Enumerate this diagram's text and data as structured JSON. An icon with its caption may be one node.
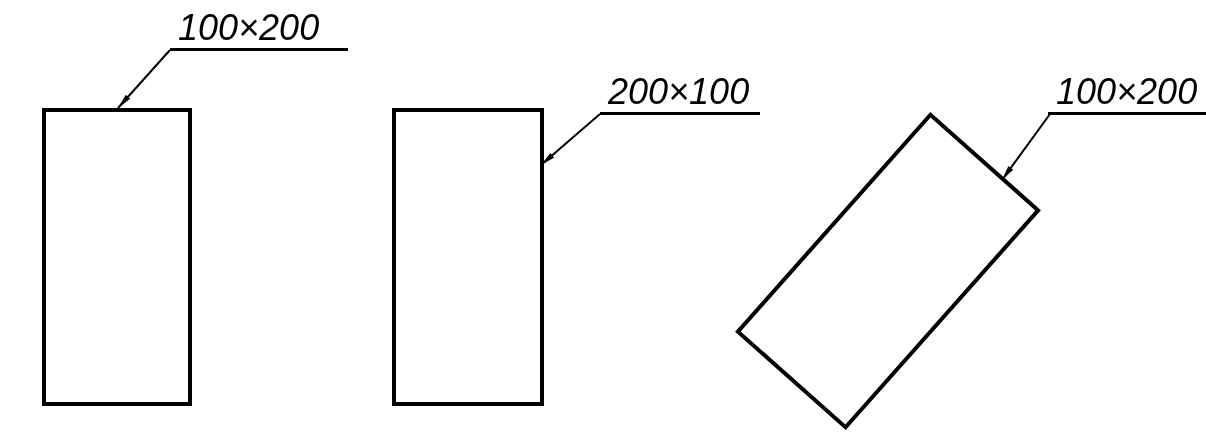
{
  "diagram": {
    "nodes": [
      {
        "text": [
          "100×200"
        ]
      },
      {
        "text": [],
        "shape": "box"
      },
      {
        "text": [
          "200×100"
        ]
      },
      {
        "text": [],
        "shape": "box"
      },
      {
        "text": [
          "100×200"
        ]
      },
      {
        "text": [],
        "shape": "box"
      }
    ],
    "edges": [
      {
        "from": 0,
        "to": 1,
        "arrow": "to"
      },
      {
        "from": 2,
        "to": 3,
        "arrow": "to"
      },
      {
        "from": 4,
        "to": 5,
        "arrow": "to"
      }
    ]
  }
}
